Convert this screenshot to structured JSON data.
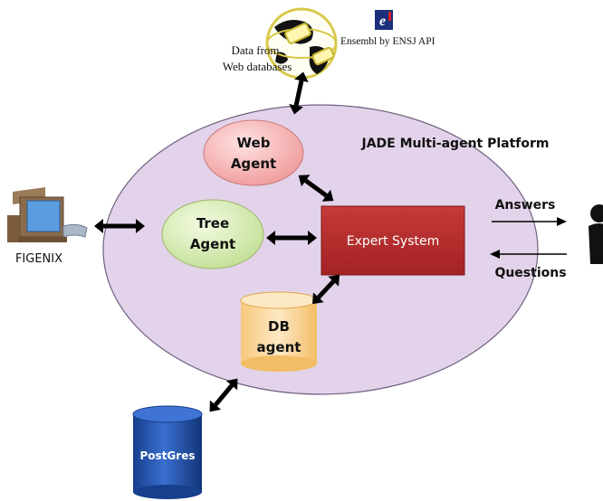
{
  "platform": {
    "label": "JADE Multi-agent Platform"
  },
  "web_source": {
    "line1": "Data from",
    "line2": "Web databases"
  },
  "ensembl": {
    "label": "Ensembl by ENSJ API"
  },
  "agents": {
    "web": {
      "line1": "Web",
      "line2": "Agent"
    },
    "tree": {
      "line1": "Tree",
      "line2": "Agent"
    },
    "db": {
      "line1": "DB",
      "line2": "agent"
    }
  },
  "expert_system": {
    "label": "Expert System"
  },
  "figenix": {
    "label": "FIGENIX"
  },
  "postgres": {
    "label": "PostGres"
  },
  "io": {
    "answers": "Answers",
    "questions": "Questions"
  },
  "colors": {
    "platform_fill": "#e3d3ea",
    "platform_stroke": "#7a6a88",
    "web_agent": "#f2a8a8",
    "tree_agent": "#cfe6a6",
    "db_agent": "#fbd79a",
    "expert": "#b52b2b",
    "postgres": "#1f4fa8"
  }
}
